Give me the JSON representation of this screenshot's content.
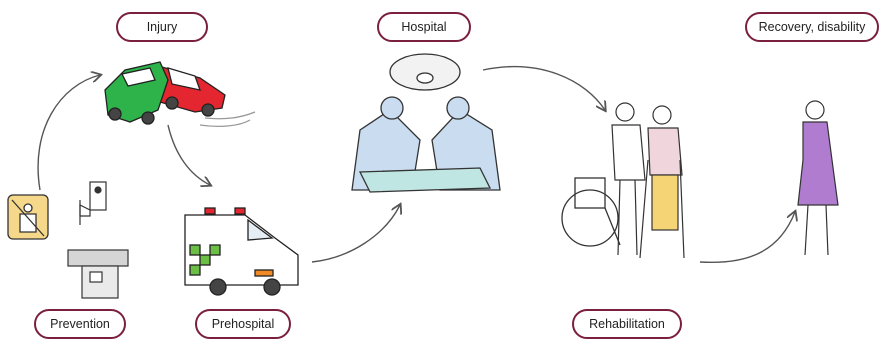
{
  "stages": {
    "injury": "Injury",
    "hospital": "Hospital",
    "recovery": "Recovery, disability",
    "prevention": "Prevention",
    "prehospital": "Prehospital",
    "rehabilitation": "Rehabilitation"
  },
  "colors": {
    "pill_border": "#7a1f3d",
    "arrow": "#555555",
    "car_green": "#2db34a",
    "car_red": "#e3262f",
    "scrubs": "#c9dcf0",
    "table": "#bfe6e2",
    "dress": "#b07ccf",
    "seatbelt_sign": "#f6d88a",
    "ambulance_check": "#6cbf45",
    "ambulance_orange": "#f08a24"
  },
  "icons": [
    "car-crash-icon",
    "surgeons-icon",
    "wheelchair-icon",
    "caregiver-patient-icon",
    "woman-icon",
    "seatbelt-icon",
    "camera-icon",
    "speed-bump-icon",
    "ambulance-icon"
  ]
}
